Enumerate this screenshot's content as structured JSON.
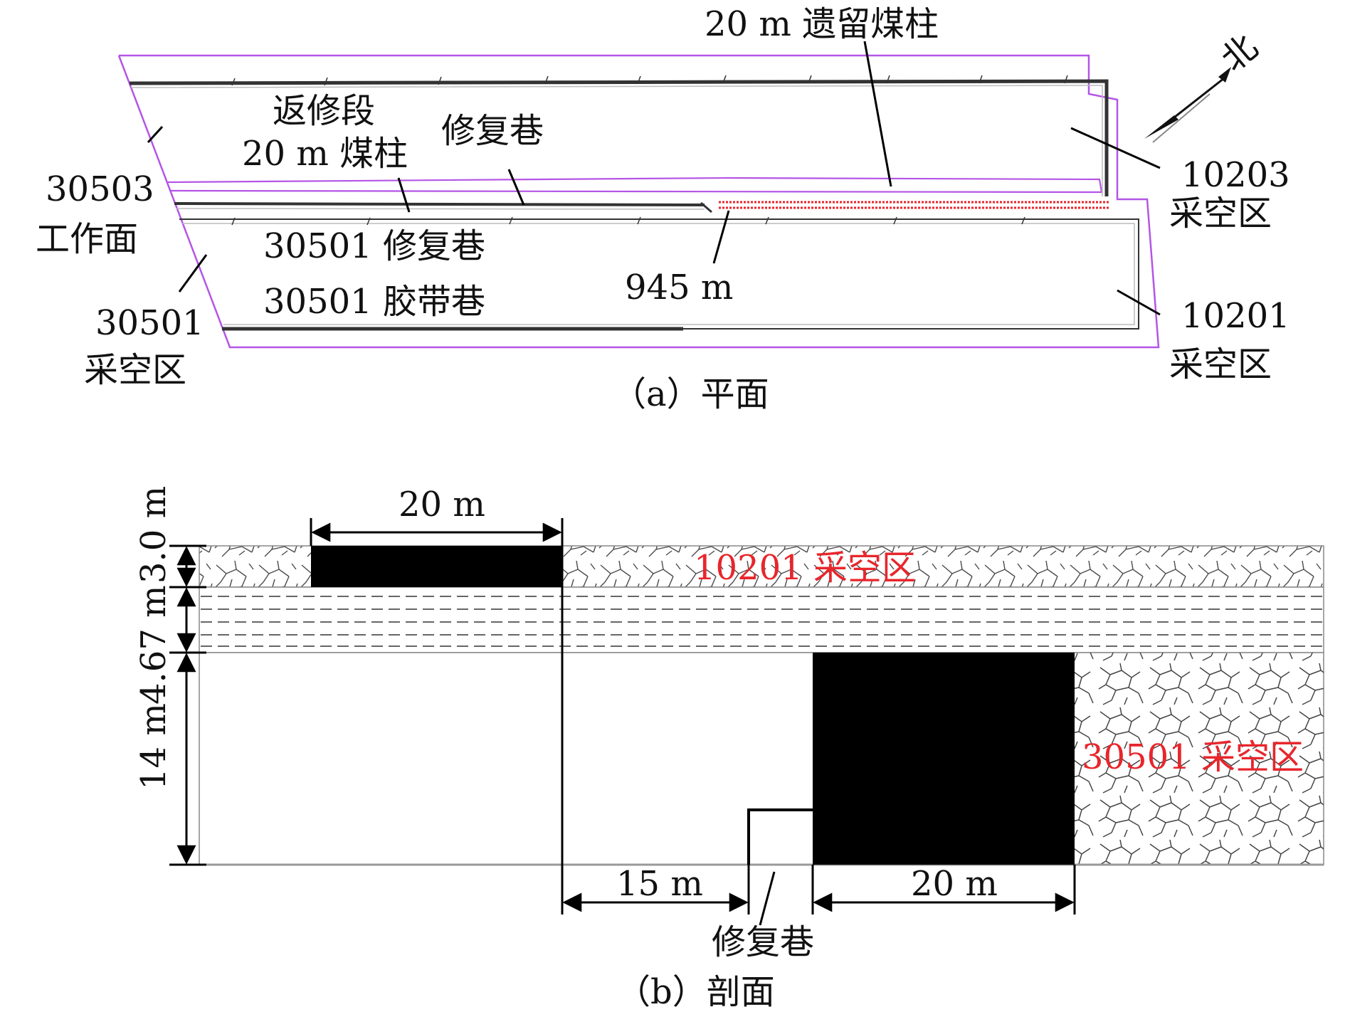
{
  "plan": {
    "caption": "（a）平面",
    "labels": {
      "remnant_pillar": "20 m 遗留煤柱",
      "rework_section": "返修段",
      "pillar_20m": "20 m 煤柱",
      "repair_roadway": "修复巷",
      "face_30503_a": "30503",
      "face_30503_b": "工作面",
      "repair_30501": "30501 修复巷",
      "belt_30501": "30501 胶带巷",
      "distance_945": "945 m",
      "goaf_30501_a": "30501",
      "goaf_30501_b": "采空区",
      "goaf_10203_a": "10203",
      "goaf_10203_b": "采空区",
      "goaf_10201_a": "10201",
      "goaf_10201_b": "采空区",
      "north": "北"
    }
  },
  "section": {
    "caption": "（b）剖面",
    "labels": {
      "top_width": "20 m",
      "dist_15": "15 m",
      "bottom_width": "20 m",
      "repair_roadway": "修复巷",
      "goaf_10201": "10201 采空区",
      "goaf_30501": "30501 采空区",
      "dim_3": "3.0 m",
      "dim_467": "4.67 m",
      "dim_14": "14 m"
    }
  },
  "colors": {
    "outline": "#b455e6",
    "pillar_red": "#e8262c",
    "coal": "#000000",
    "text_red": "#e8262c"
  }
}
